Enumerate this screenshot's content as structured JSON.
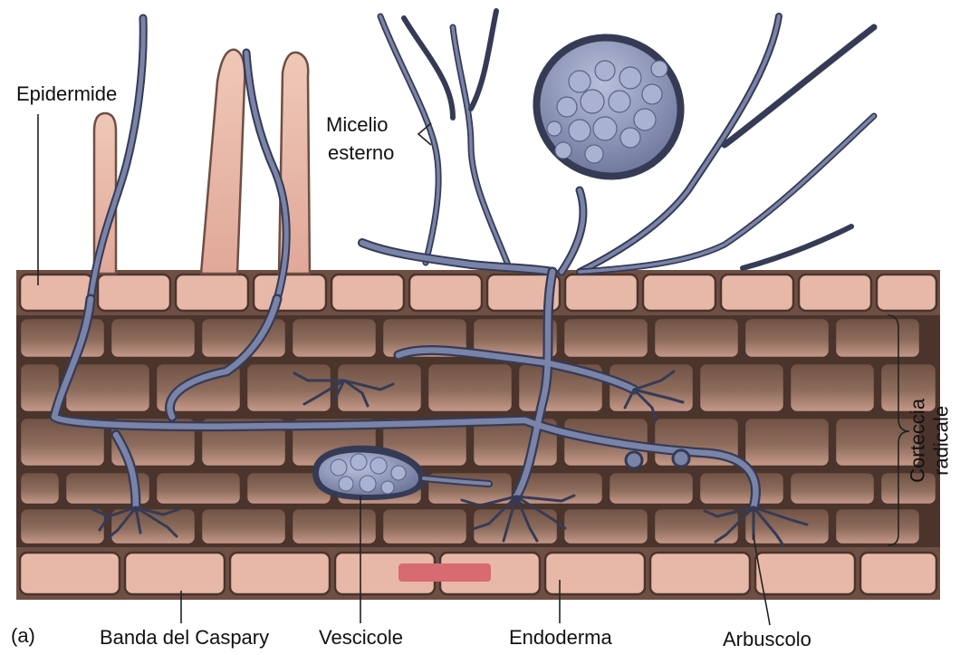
{
  "labels": {
    "epidermis": "Epidermide",
    "mycelium_line1": "Micelio",
    "mycelium_line2": "esterno",
    "cortex_line1": "Corteccia",
    "cortex_line2": "radicale",
    "panel": "(a)",
    "casparian": "Banda del Caspary",
    "vesicles": "Vescicole",
    "endodermis": "Endoderma",
    "arbuscule": "Arbuscolo"
  },
  "colors": {
    "epidermis_cell": "#e7b8a8",
    "cortex_cell": "#8a6858",
    "cortex_wall": "#4a342c",
    "fungus": "#7a83a8",
    "fungus_dark": "#363b55",
    "casparian_band": "#d86a72"
  }
}
